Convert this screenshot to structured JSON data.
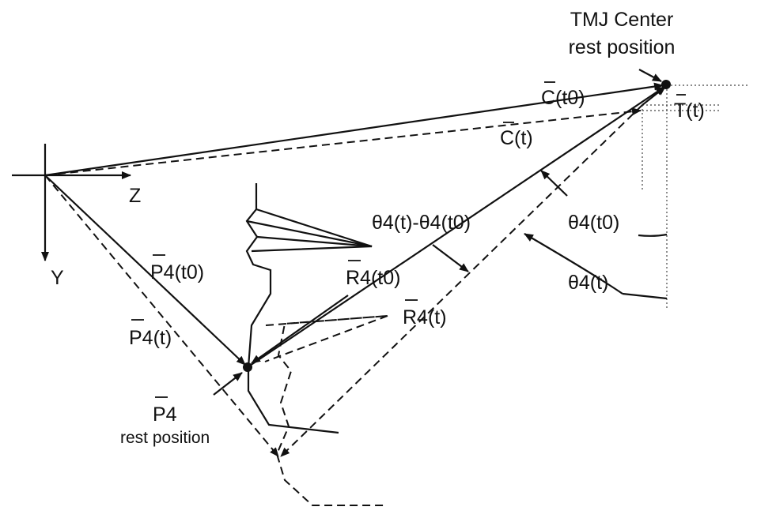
{
  "labels": {
    "tmj_line1": "TMJ Center",
    "tmj_line2": "rest position",
    "c_t0": "C(t0)",
    "c_t": "C(t)",
    "t_t": "T(t)",
    "z_axis": "Z",
    "y_axis": "Y",
    "p4_t0": "P4(t0)",
    "p4_t": "P4(t)",
    "r4_t0": "R4(t0)",
    "r4_t": "R4(t)",
    "theta_diff": "θ4(t)-θ4(t0)",
    "theta_t0": "θ4(t0)",
    "theta_t": "θ4(t)",
    "p4_rest_line1": "P4",
    "p4_rest_line2": "rest position"
  },
  "colors": {
    "ink": "#111111",
    "background": "#ffffff"
  }
}
